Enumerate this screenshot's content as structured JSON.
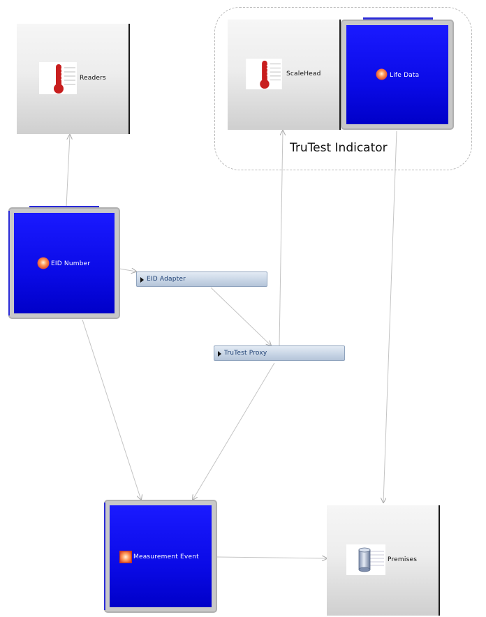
{
  "group": {
    "label": "TruTest Indicator"
  },
  "nodes": {
    "readers": {
      "label": "Readers",
      "icon": "thermometer-icon"
    },
    "scalehead": {
      "label": "ScaleHead",
      "icon": "thermometer-icon"
    },
    "life_data": {
      "label": "Life Data",
      "icon": "orb-icon"
    },
    "eid_number": {
      "label": "EID Number",
      "icon": "orb-icon"
    },
    "eid_adapter": {
      "label": "EID Adapter",
      "icon": "expand-triangle-icon"
    },
    "trutest_proxy": {
      "label": "TruTest Proxy",
      "icon": "expand-triangle-icon"
    },
    "measurement_event": {
      "label": "Measurement Event",
      "icon": "event-square-icon"
    },
    "premises": {
      "label": "Premises",
      "icon": "database-cylinder-icon"
    }
  },
  "colors": {
    "node_blue": "#0a0ae6",
    "node_gray": "#e6e6e6",
    "bar_blue": "#c9d6e6",
    "edge": "#bdbdbd",
    "group_border": "#b8b8b8"
  }
}
